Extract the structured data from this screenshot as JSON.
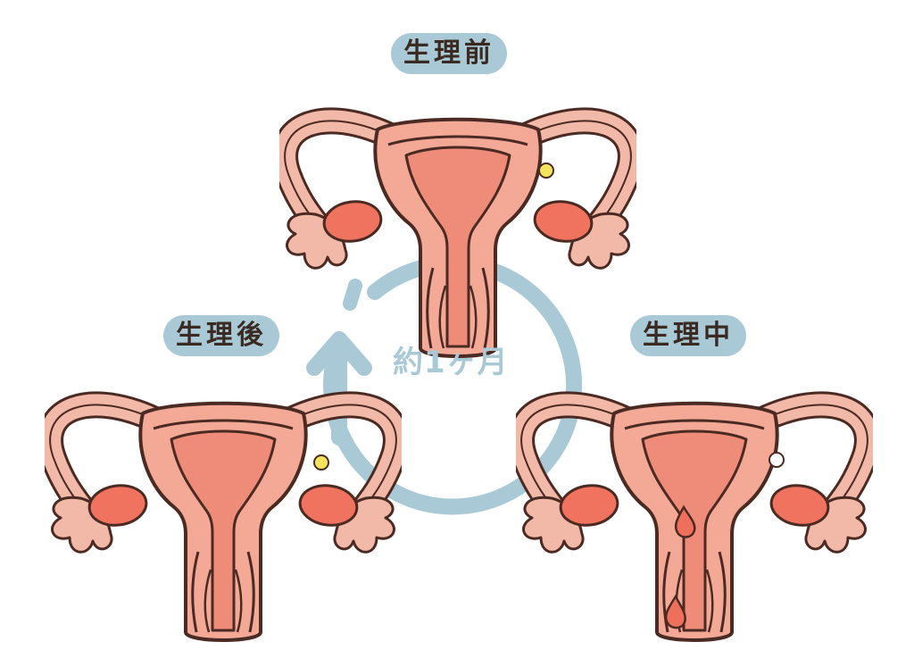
{
  "labels": {
    "before": "生理前",
    "during": "生理中",
    "after": "生理後"
  },
  "cycle": {
    "text": "約1ヶ月"
  },
  "colors": {
    "outline": "#4a2a22",
    "tube": "#f3b9a8",
    "body": "#f4a996",
    "lining": "#ef8c79",
    "lining_thick": "#ee6f5c",
    "ovary": "#ef735e",
    "cycle_blue": "#a9c9d6",
    "egg": "#f4e45c",
    "blood": "#ee6f5c"
  }
}
